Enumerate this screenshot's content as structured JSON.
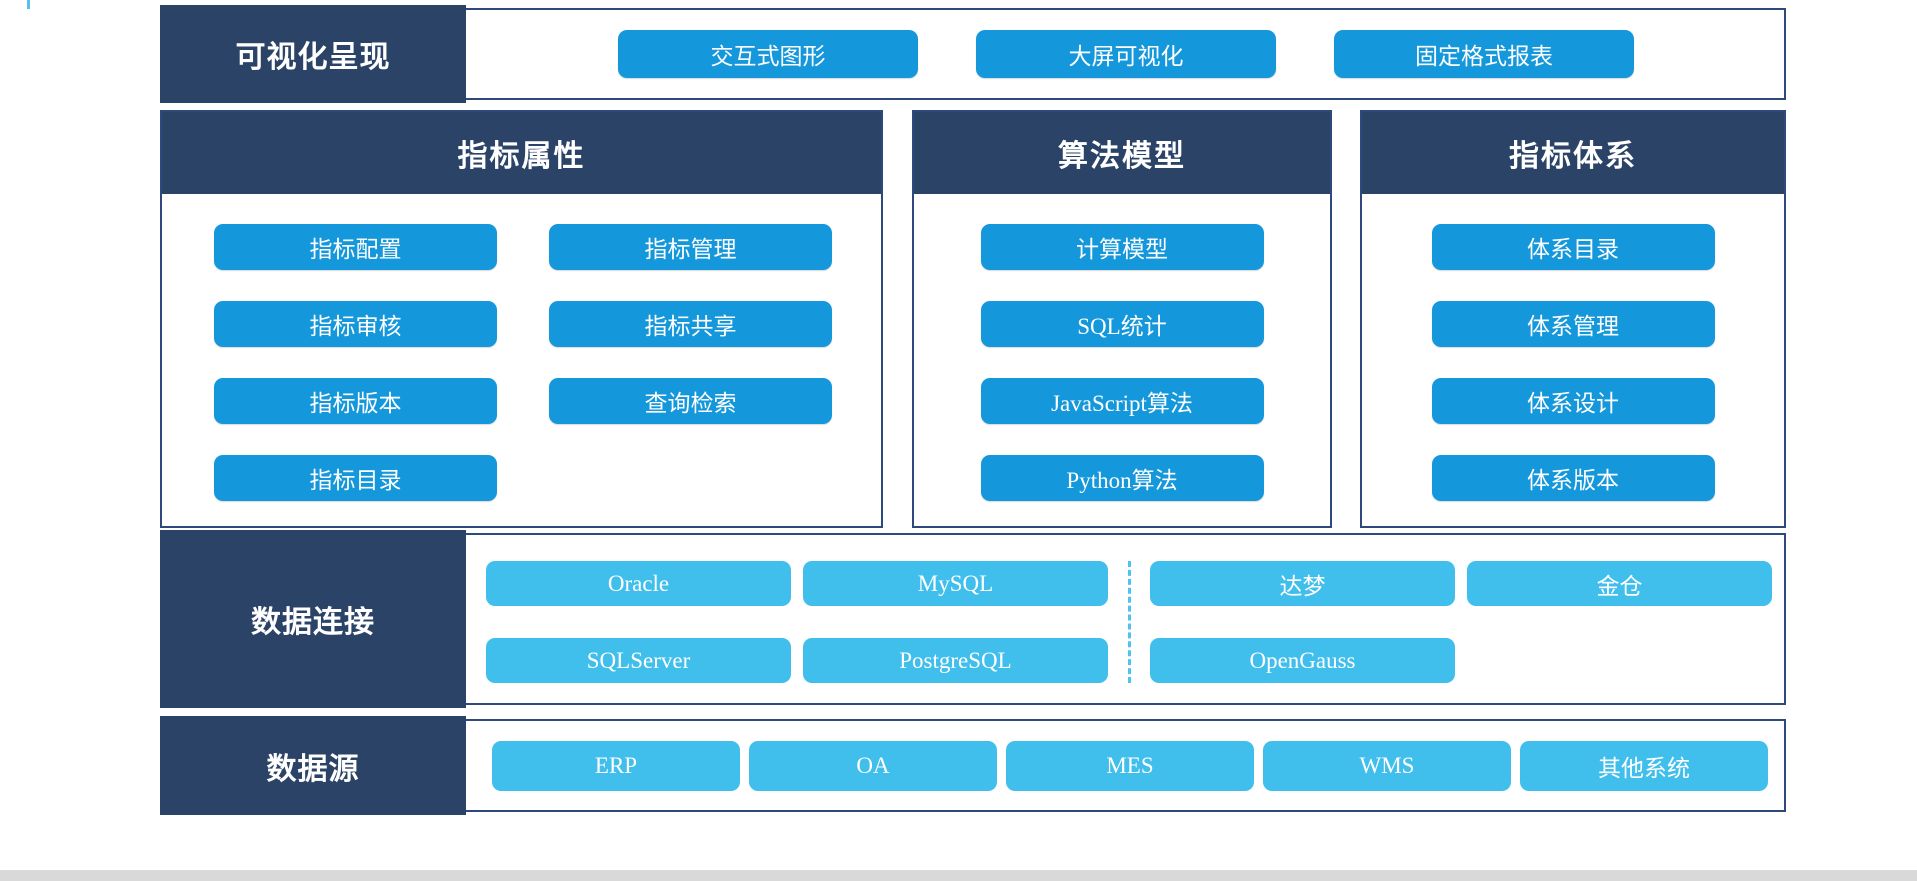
{
  "colors": {
    "navy": "#2c4368",
    "blue": "#1598db",
    "light_blue": "#41bfec",
    "border": "#2e4a7c",
    "divider": "#4fc3ee",
    "text": "#ffffff"
  },
  "top_section": {
    "label": "可视化呈现",
    "buttons": [
      "交互式图形",
      "大屏可视化",
      "固定格式报表"
    ]
  },
  "panels": [
    {
      "title": "指标属性",
      "buttons": [
        "指标配置",
        "指标管理",
        "指标审核",
        "指标共享",
        "指标版本",
        "查询检索",
        "指标目录"
      ]
    },
    {
      "title": "算法模型",
      "buttons": [
        "计算模型",
        "SQL统计",
        "JavaScript算法",
        "Python算法"
      ]
    },
    {
      "title": "指标体系",
      "buttons": [
        "体系目录",
        "体系管理",
        "体系设计",
        "体系版本"
      ]
    }
  ],
  "data_connection": {
    "label": "数据连接",
    "buttons_left": [
      "Oracle",
      "MySQL",
      "SQLServer",
      "PostgreSQL"
    ],
    "buttons_right": [
      "达梦",
      "金仓",
      "OpenGauss"
    ]
  },
  "data_source": {
    "label": "数据源",
    "buttons": [
      "ERP",
      "OA",
      "MES",
      "WMS",
      "其他系统"
    ]
  }
}
